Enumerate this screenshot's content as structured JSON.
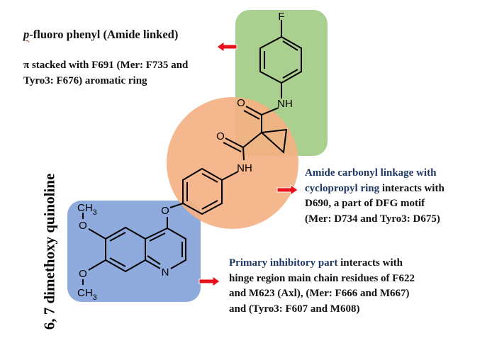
{
  "colors": {
    "fluorophenyl_region": "#a9d08e",
    "amide_region": "#f4b183",
    "quinoline_region": "#8faadc",
    "arrow": "#e8101a",
    "highlight_text": "#1f3864"
  },
  "fluorophenyl": {
    "title_prefix": "p",
    "title_rest": "-fluoro phenyl (Amide linked)",
    "line1": "π stacked with F691 (Mer: F735 and",
    "line2": "Tyro3: F676) aromatic ring"
  },
  "amide": {
    "line1": "Amide carbonyl linkage with",
    "line2_highlight": "cyclopropyl ring",
    "line2_rest": " interacts with",
    "line3": "D690, a part of DFG motif",
    "line4": "(Mer: D734 and Tyro3: D675)"
  },
  "quinoline": {
    "vertical_label": "6, 7 dimethoxy quinoline",
    "line1": "Primary inhibitory part",
    "line1_rest": " interacts with",
    "line2": "hinge region main chain residues of F622",
    "line3": "and M623 (Axl), (Mer: F666 and M667)",
    "line4": "and (Tyro3: F607 and M608)"
  },
  "atoms": {
    "F": "F",
    "NH": "NH",
    "O": "O",
    "N": "N",
    "CH": "CH",
    "sub3": "3"
  }
}
